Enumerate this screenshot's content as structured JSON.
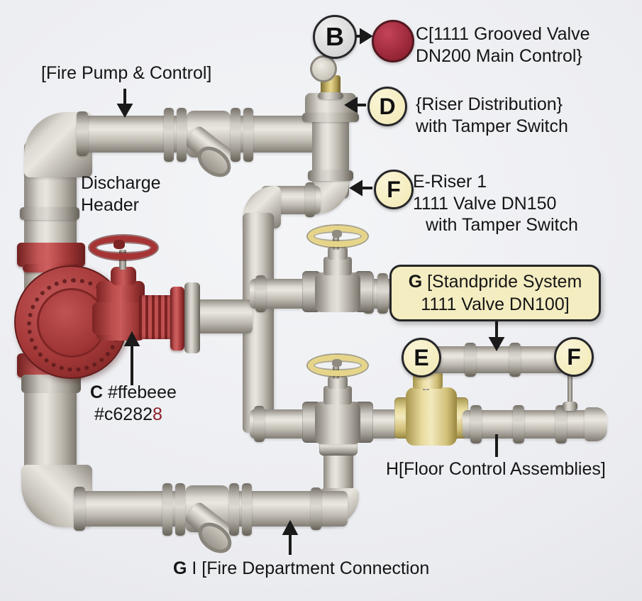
{
  "colors": {
    "badge_yellow": "#f1e8b2",
    "badge_gray": "#d9d9d9",
    "annotation_box_yellow": "#f4edc1",
    "pump_red": "#a53939",
    "main_control_dot_red": "#942435",
    "pipe_gray": "#c0bcb3",
    "accent_text_red": "#8d1f2d",
    "text_black": "#151515"
  },
  "badges": {
    "b": "B",
    "d": "D",
    "f_upper": "F",
    "e": "E",
    "f_right": "F"
  },
  "callouts": {
    "main_control": {
      "line1": "C[1111 Grooved Valve",
      "line2": "DN200 Main Control}"
    },
    "fire_pump": "[Fire Pump & Control]",
    "riser_distribution": {
      "line1": "{Riser Distribution}",
      "line2": "with Tamper Switch"
    },
    "e_riser": {
      "line1": "E-Riser 1",
      "line2": "1111 Valve DN150",
      "line3": "with Tamper Switch"
    },
    "discharge_header": {
      "line1": "Discharge",
      "line2": "Header"
    },
    "pump_note": {
      "bold": "C",
      "line1_rest": " #ffebeee",
      "line2_black": "#c6282",
      "line2_red": "8"
    },
    "standpipe_box": {
      "bold": "G",
      "line1_rest": " [Standpride System",
      "line2": "1111 Valve DN100]"
    },
    "floor_control": "H[Floor Control Assemblies]",
    "fdc": {
      "bold": "G",
      "rest": " I [Fire Department Connection"
    }
  }
}
